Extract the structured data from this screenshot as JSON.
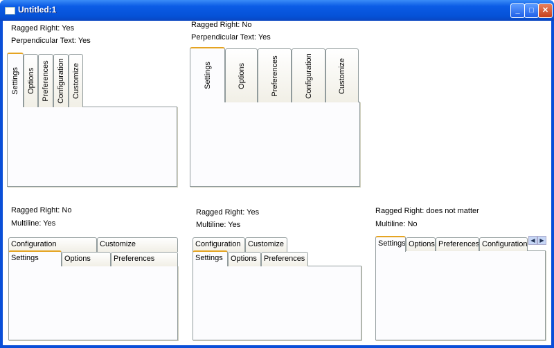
{
  "window": {
    "title": "Untitled:1",
    "minimize": "_",
    "maximize": "□",
    "close": "✕"
  },
  "panels": [
    {
      "label1": "Ragged Right: Yes",
      "label2": "Perpendicular Text: Yes",
      "tabs": [
        "Settings",
        "Options",
        "Preferences",
        "Configuration",
        "Customize"
      ],
      "active": "Settings"
    },
    {
      "label1": "Ragged Right: No",
      "label2": "Perpendicular Text: Yes",
      "tabs": [
        "Settings",
        "Options",
        "Preferences",
        "Configuration",
        "Customize"
      ],
      "active": "Settings"
    },
    {
      "label1": "Ragged Right: No",
      "label2": "Multiline: Yes",
      "tabs": [
        "Configuration",
        "Customize",
        "Settings",
        "Options",
        "Preferences"
      ],
      "active": "Settings"
    },
    {
      "label1": "Ragged Right: Yes",
      "label2": "Multiline: Yes",
      "tabs": [
        "Configuration",
        "Customize",
        "Settings",
        "Options",
        "Preferences"
      ],
      "active": "Settings"
    },
    {
      "label1": "Ragged Right: does not matter",
      "label2": "Multiline: No",
      "tabs": [
        "Settings",
        "Options",
        "Preferences",
        "Configuration"
      ],
      "active": "Settings",
      "scroll_left": "◀",
      "scroll_right": "▶"
    }
  ],
  "colors": {
    "titlebar": "#0b5ce6",
    "active_tab_accent": "#e5a422",
    "border": "#919b9c"
  }
}
